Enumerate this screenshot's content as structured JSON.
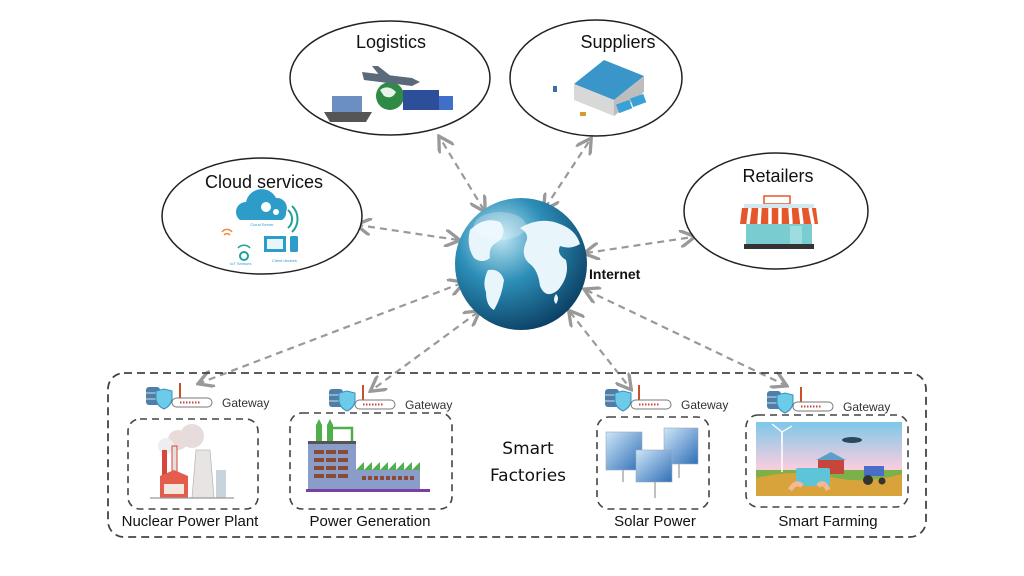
{
  "diagram": {
    "hub": {
      "label": "Internet",
      "icon": "globe-icon"
    },
    "external_nodes": [
      {
        "id": "logistics",
        "label": "Logistics",
        "icon": "logistics-icon"
      },
      {
        "id": "suppliers",
        "label": "Suppliers",
        "icon": "warehouse-icon"
      },
      {
        "id": "cloud",
        "label": "Cloud services",
        "icon": "cloud-server-icon",
        "sub_labels": [
          "Cloud Server",
          "IoT Sensors",
          "Client devices"
        ]
      },
      {
        "id": "retailers",
        "label": "Retailers",
        "icon": "storefront-icon"
      }
    ],
    "smart_factories": {
      "label_line1": "Smart",
      "label_line2": "Factories",
      "gateway_label": "Gateway",
      "sites": [
        {
          "id": "nuclear",
          "label": "Nuclear Power Plant",
          "icon": "nuclear-plant-icon"
        },
        {
          "id": "power",
          "label": "Power Generation",
          "icon": "factory-icon"
        },
        {
          "id": "solar",
          "label": "Solar Power",
          "icon": "solar-panel-icon"
        },
        {
          "id": "farming",
          "label": "Smart Farming",
          "icon": "smart-farming-icon"
        }
      ]
    },
    "connections": [
      [
        "internet",
        "logistics"
      ],
      [
        "internet",
        "suppliers"
      ],
      [
        "internet",
        "cloud"
      ],
      [
        "internet",
        "retailers"
      ],
      [
        "internet",
        "nuclear-gateway"
      ],
      [
        "internet",
        "power-gateway"
      ],
      [
        "internet",
        "solar-gateway"
      ],
      [
        "internet",
        "farming-gateway"
      ]
    ],
    "colors": {
      "globe": "#1f7fa8",
      "link": "#999999",
      "border": "#333333"
    }
  }
}
